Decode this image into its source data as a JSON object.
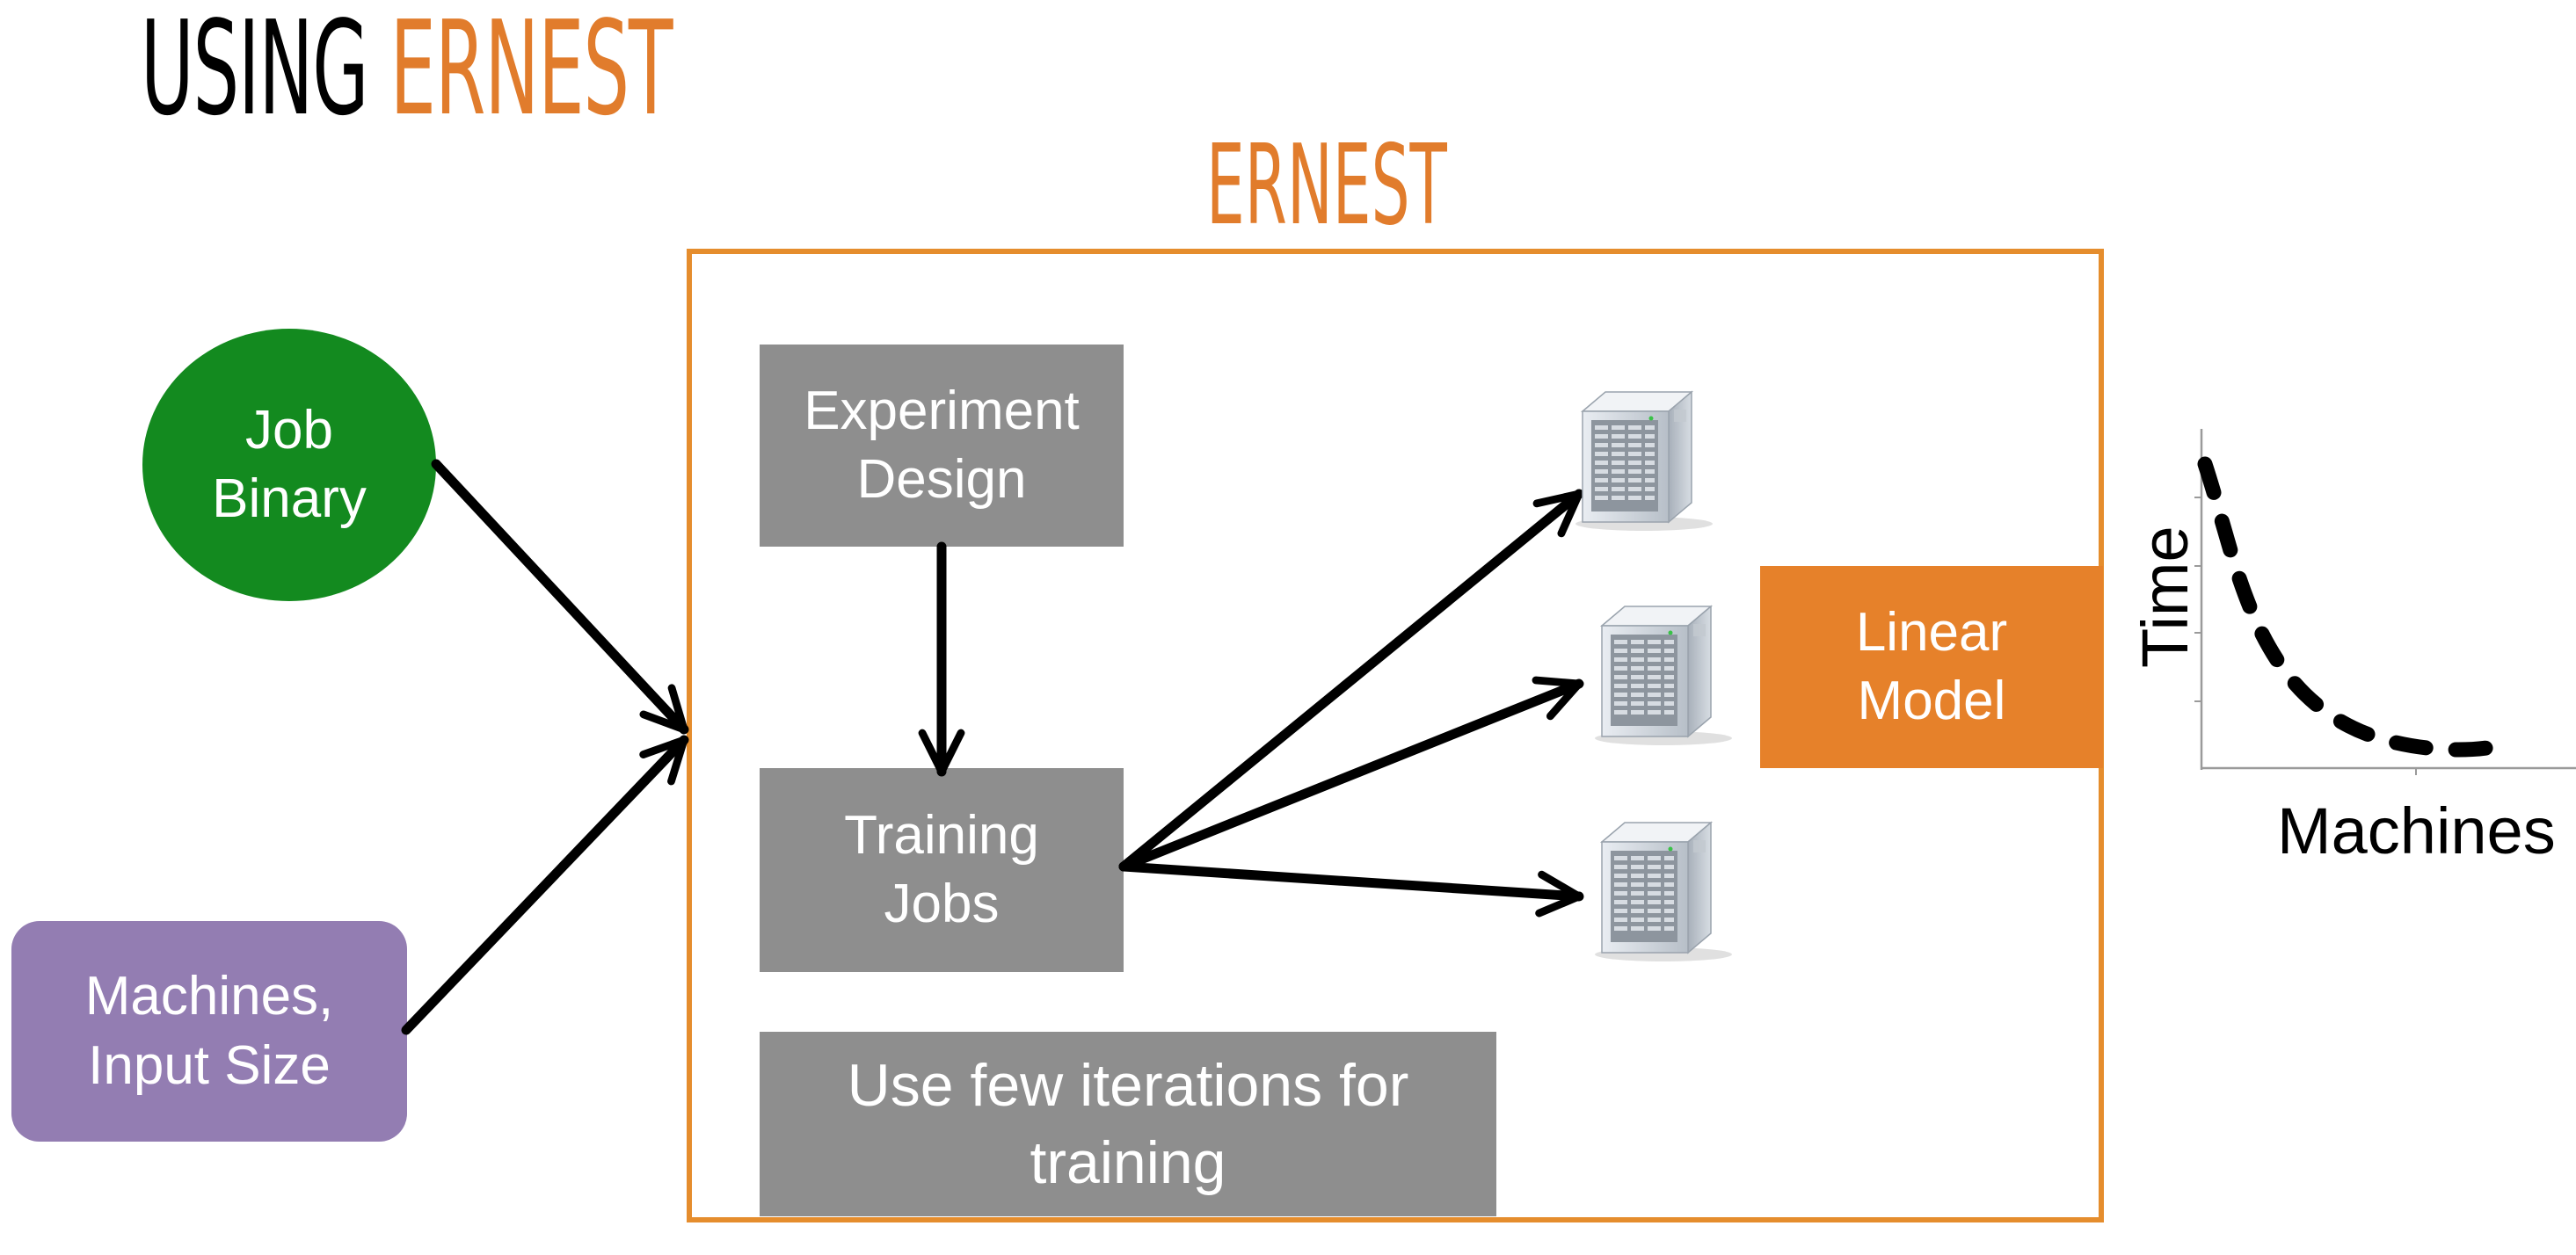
{
  "title": {
    "prefix": "USING",
    "accent": "ERNEST"
  },
  "box_title": "ERNEST",
  "nodes": {
    "job_binary": "Job\nBinary",
    "machines_input": "Machines,\nInput Size",
    "experiment_design": "Experiment\nDesign",
    "training_jobs": "Training\nJobs",
    "iterations_note": "Use few iterations for\ntraining",
    "linear_model": "Linear\nModel"
  },
  "plot": {
    "xlabel": "Machines",
    "ylabel": "Time",
    "curve_style": "dashed"
  },
  "icons": [
    "server-icon",
    "server-icon",
    "server-icon"
  ],
  "colors": {
    "accent": "#e17c2c",
    "frame": "#e58d2d",
    "job_binary": "#138a1f",
    "machines_input": "#937db2",
    "gray_box": "#8e8e8e",
    "linear_model": "#e6812a"
  }
}
